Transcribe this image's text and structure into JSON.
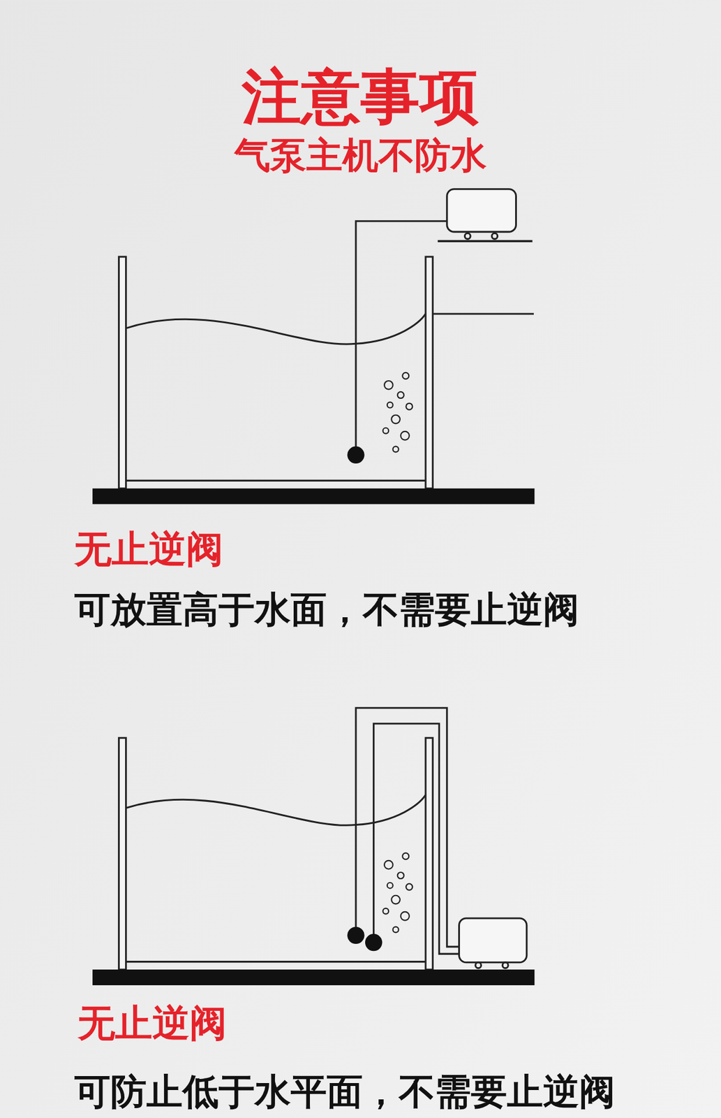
{
  "diagram": {
    "title": "注意事项",
    "labels": [
      "气泵主机不防水",
      "无止逆阀",
      "可放置高于水面，不需要止逆阀",
      "无止逆阀",
      "可防止低于水平面，不需要止逆阀"
    ]
  }
}
